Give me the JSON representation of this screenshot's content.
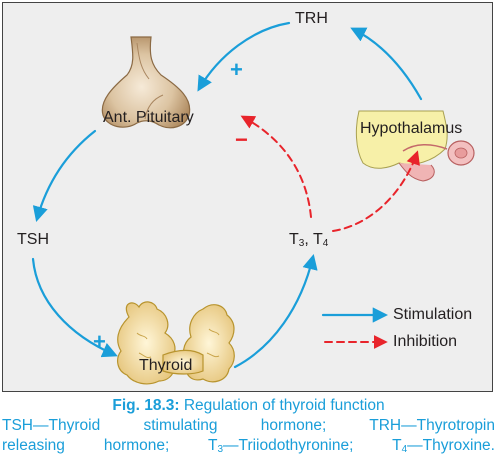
{
  "diagram": {
    "labels": {
      "trh": "TRH",
      "pituitary": "Ant. Pituitary",
      "hypothalamus": "Hypothalamus",
      "tsh": "TSH",
      "thyroid": "Thyroid",
      "t3": "T",
      "t3_sub": "3",
      "t_sep": ", T",
      "t4_sub": "4"
    },
    "signs": {
      "plus": "+",
      "minus": "−"
    },
    "legend": {
      "stimulation": "Stimulation",
      "inhibition": "Inhibition"
    },
    "colors": {
      "stimulation": "#1a9ed9",
      "inhibition": "#e8242b",
      "background": "#eeeeee",
      "text": "#231f20"
    }
  },
  "caption": {
    "fig_number": "Fig. 18.3:",
    "title": " Regulation of thyroid function",
    "line2": "TSH—Thyroid stimulating hormone; TRH—Thyrotropin",
    "line3_a": "releasing hormone; T",
    "line3_sub1": "3",
    "line3_b": "—Triiodothyronine; T",
    "line3_sub2": "4",
    "line3_c": "—Thyroxine."
  }
}
